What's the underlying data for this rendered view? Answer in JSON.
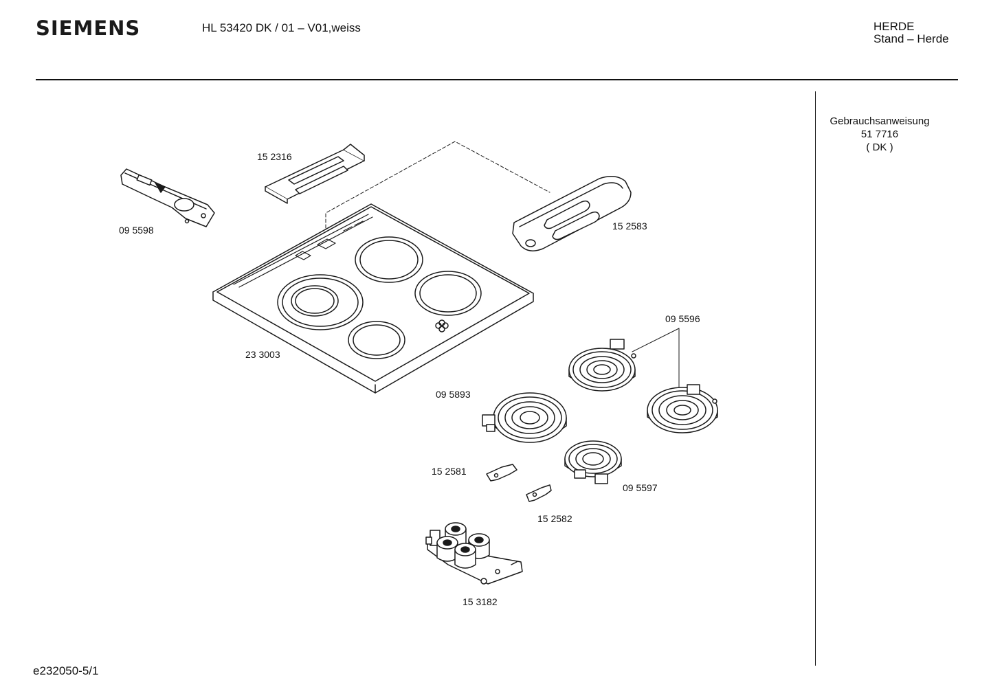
{
  "header": {
    "brand": "SIEMENS",
    "model": "HL 53420 DK / 01 – V01,weiss",
    "category_line1": "HERDE",
    "category_line2": "Stand – Herde"
  },
  "documents": {
    "title": "Gebrauchsanweisung",
    "number": "51 7716",
    "language": "( DK )"
  },
  "parts": {
    "p152316": "15 2316",
    "p095598": "09 5598",
    "p152583": "15 2583",
    "p233003": "23 3003",
    "p095596": "09 5596",
    "p095893": "09 5893",
    "p152581": "15 2581",
    "p095597": "09 5597",
    "p152582": "15 2582",
    "p153182": "15 3182"
  },
  "footer": {
    "drawing_id": "e232050-5/1"
  }
}
